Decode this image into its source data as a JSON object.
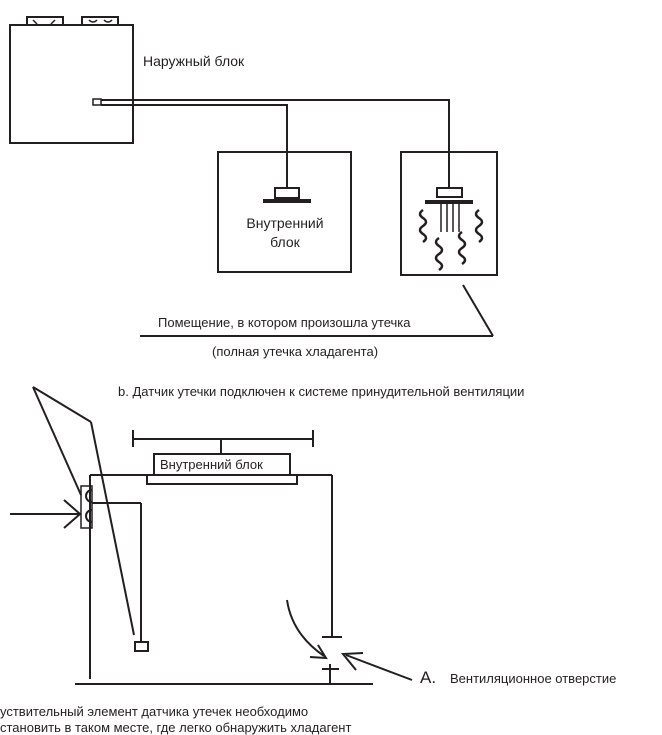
{
  "labels": {
    "outdoor_unit": "Наружный блок",
    "indoor_unit_line1": "Внутренний",
    "indoor_unit_line2": "блок",
    "leak_room": "Помещение, в котором произошла утечка",
    "full_leak": "(полная утечка хладагента)",
    "caption_b": "b. Датчик утечки подключен к системе принудительной вентиляции",
    "indoor_unit_box": "Внутренний блок",
    "vent_letter": "A.",
    "vent_label": "Вентиляционное отверстие",
    "sensor_note_line1": "уствительный элемент датчика утечек необходимо",
    "sensor_note_line2": "становить в таком месте, где легко обнаружить хладагент"
  },
  "colors": {
    "ink": "#231f20",
    "background": "#ffffff"
  }
}
